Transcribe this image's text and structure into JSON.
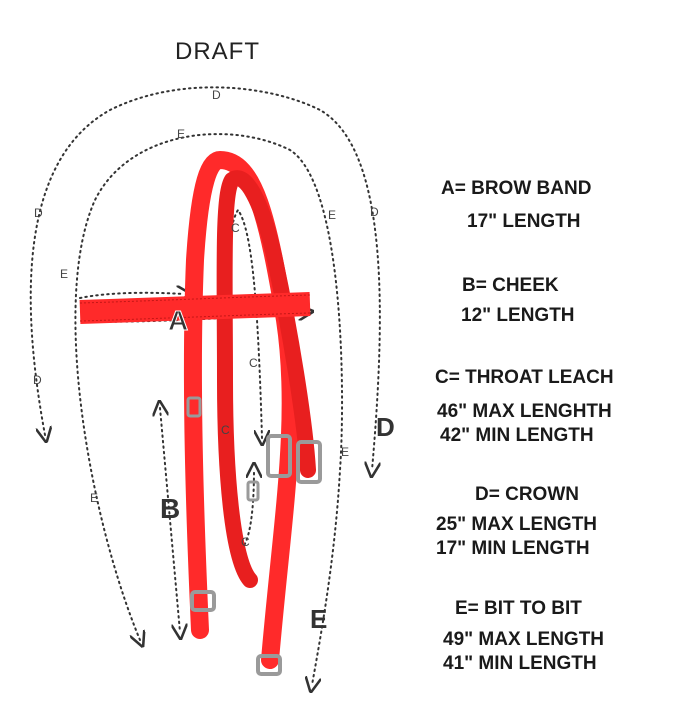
{
  "title": "DRAFT",
  "colors": {
    "strap": "#ff2a2a",
    "strap_dark": "#c41616",
    "buckle": "#9a9a9a",
    "dotted": "#333333"
  },
  "diagram_labels": {
    "a": "A",
    "b": "B",
    "c": "C",
    "d": "D",
    "e": "E"
  },
  "specs": [
    {
      "heading": "A= BROW BAND",
      "lines": [
        "17\" LENGTH"
      ]
    },
    {
      "heading": "B= CHEEK",
      "lines": [
        "12\" LENGTH"
      ]
    },
    {
      "heading": "C= THROAT LEACH",
      "lines": [
        "46\" MAX LENGHTH",
        "42\" MIN LENGTH"
      ]
    },
    {
      "heading": "D= CROWN",
      "lines": [
        "25\" MAX LENGTH",
        "17\" MIN LENGTH"
      ]
    },
    {
      "heading": "E= BIT TO BIT",
      "lines": [
        "49\" MAX LENGTH",
        "41\" MIN LENGTH"
      ]
    }
  ]
}
